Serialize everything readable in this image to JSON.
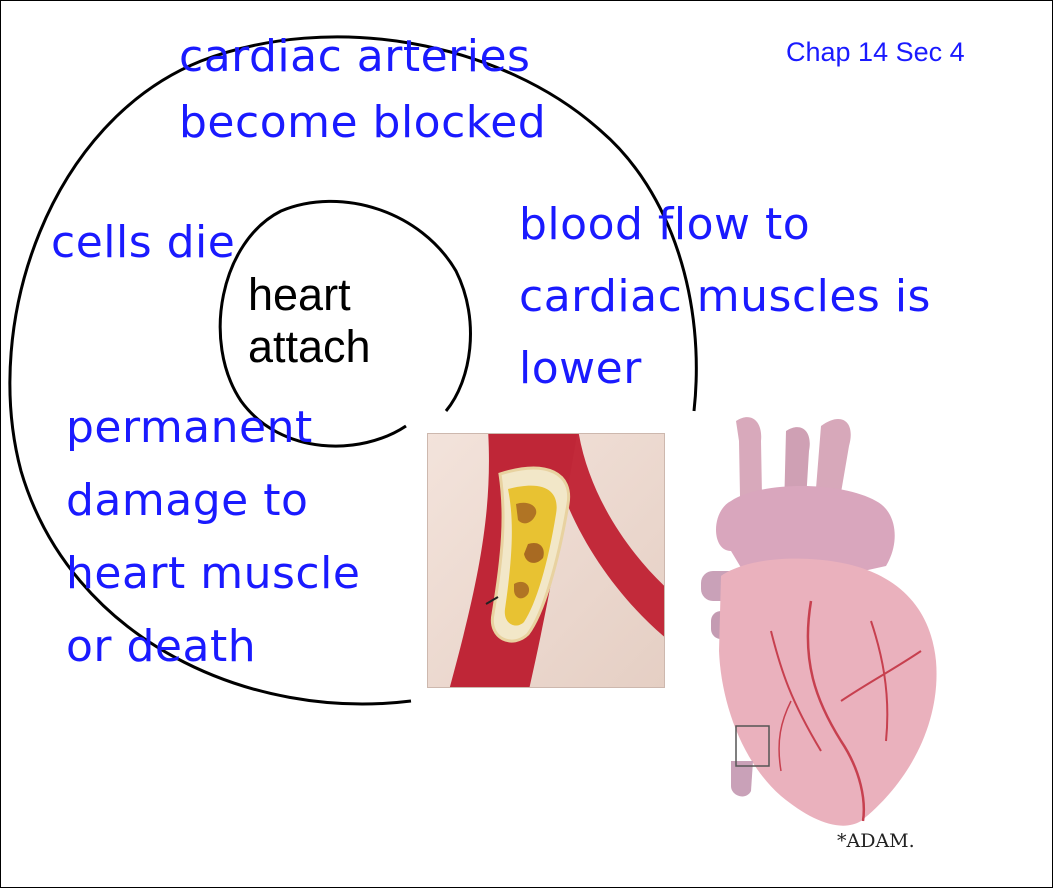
{
  "header": {
    "section_label": "Chap 14 Sec 4"
  },
  "center": {
    "line1": "heart",
    "line2": "attach"
  },
  "notes": {
    "blocked": [
      "cardiac arteries",
      "become blocked"
    ],
    "cells_die": "cells die",
    "blood_flow": [
      "blood flow to",
      "cardiac muscles is",
      "lower"
    ],
    "damage": [
      "permanent",
      "damage to",
      "heart muscle",
      "or death"
    ]
  },
  "images": {
    "artery_caption": "",
    "heart_logo": "*ADAM."
  },
  "colors": {
    "note_text": "#1a1aff",
    "label_text": "#1a1aff",
    "artery_red": "#c8293a",
    "plaque": "#e6c23a",
    "heart_pink": "#e8aab6"
  }
}
